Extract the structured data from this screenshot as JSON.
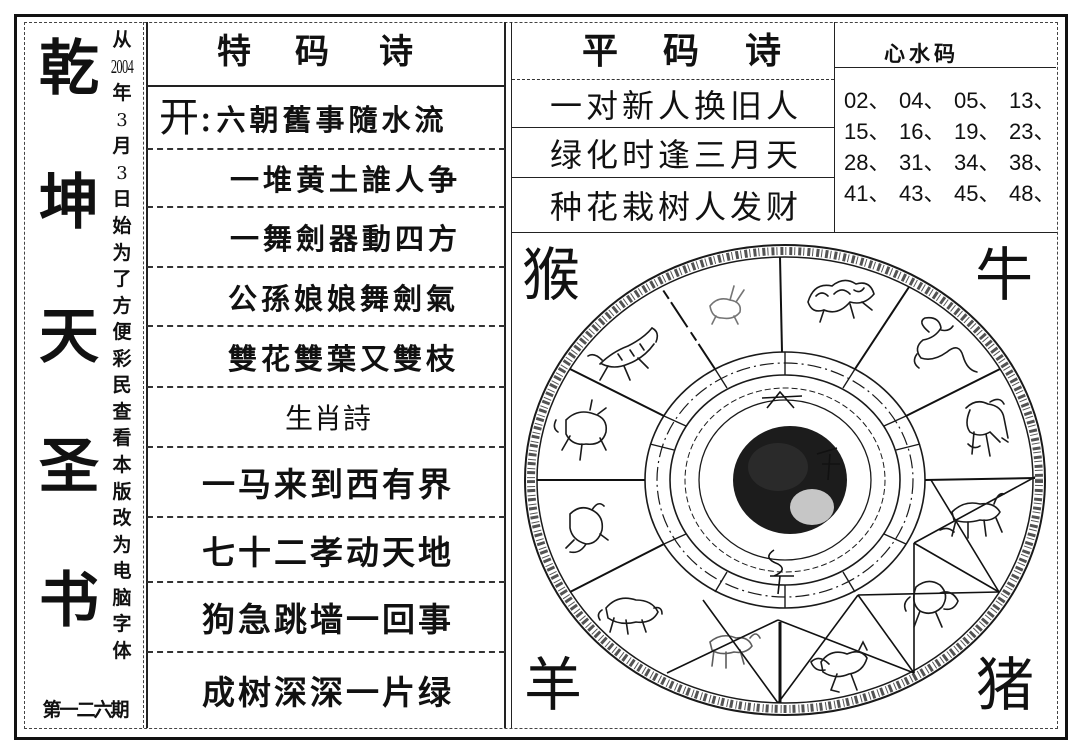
{
  "left_column": {
    "title_chars": [
      "乾",
      "坤",
      "天",
      "圣",
      "书"
    ],
    "notice_chars": [
      "从",
      "2004",
      "年",
      "3",
      "月",
      "3",
      "日",
      "始",
      "为",
      "了",
      "方",
      "便",
      "彩",
      "民",
      "查",
      "看",
      "本",
      "版",
      "改",
      "为",
      "电",
      "脑",
      "字",
      "体"
    ],
    "issue": "第一二六期"
  },
  "tema_poem": {
    "title": [
      "特",
      "码",
      "诗"
    ],
    "prefix": "开:",
    "lines": [
      "六朝舊事隨水流",
      "一堆黄土誰人争",
      "一舞劍器動四方",
      "公孫娘娘舞劍氣",
      "雙花雙葉又雙枝"
    ],
    "zodiac_title": "生肖詩",
    "zodiac_lines": [
      "一马来到西有界",
      "七十二孝动天地",
      "狗急跳墙一回事",
      "成树深深一片绿"
    ]
  },
  "pingma_poem": {
    "title": [
      "平",
      "码",
      "诗"
    ],
    "lines": [
      "一对新人换旧人",
      "绿化时逢三月天",
      "种花栽树人发财"
    ]
  },
  "xinshui": {
    "title": "心水码",
    "numbers": [
      "02、",
      "04、",
      "05、",
      "13、",
      "15、",
      "16、",
      "19、",
      "23、",
      "28、",
      "31、",
      "34、",
      "38、",
      "41、",
      "43、",
      "45、",
      "48、"
    ]
  },
  "wheel": {
    "corner_labels": {
      "top_left": "猴",
      "top_right": "牛",
      "bottom_left": "羊",
      "bottom_right": "猪"
    },
    "sectors": [
      "dragon-icon",
      "snake-icon",
      "horse-icon",
      "goat-icon",
      "monkey-icon",
      "rooster-icon",
      "dog-icon",
      "pig-icon",
      "rat-icon",
      "ox-icon",
      "tiger-icon",
      "rabbit-icon"
    ],
    "ink_color": "#111111",
    "paper_color": "#ffffff"
  }
}
